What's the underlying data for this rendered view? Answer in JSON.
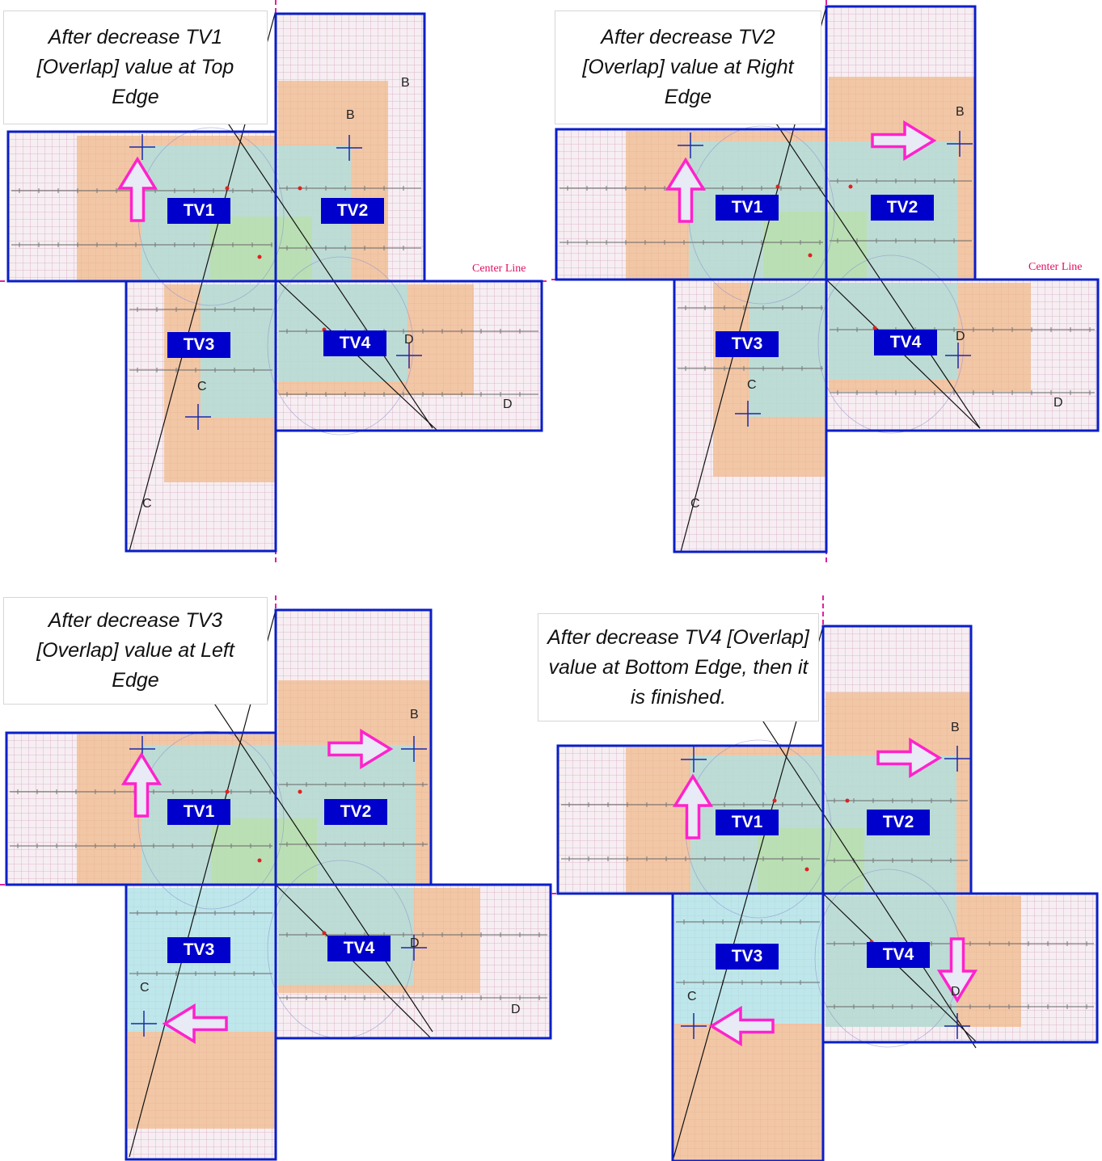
{
  "panels": [
    {
      "caption": "After decrease TV1 [Overlap] value at Top Edge",
      "tvs": [
        "TV1",
        "TV2",
        "TV3",
        "TV4"
      ],
      "letters": {
        "b": "B",
        "c": "C",
        "d": "D"
      },
      "center_line": "Center Line"
    },
    {
      "caption": "After decrease TV2 [Overlap] value at Right Edge",
      "tvs": [
        "TV1",
        "TV2",
        "TV3",
        "TV4"
      ],
      "letters": {
        "b": "B",
        "c": "C",
        "d": "D"
      },
      "center_line": "Center Line"
    },
    {
      "caption": "After decrease TV3 [Overlap] value at Left Edge",
      "tvs": [
        "TV1",
        "TV2",
        "TV3",
        "TV4"
      ],
      "letters": {
        "b": "B",
        "c": "C",
        "d": "D"
      },
      "center_line": ""
    },
    {
      "caption": "After decrease TV4 [Overlap] value at Bottom Edge, then it is finished.",
      "tvs": [
        "TV1",
        "TV2",
        "TV3",
        "TV4"
      ],
      "letters": {
        "b": "B",
        "c": "C",
        "d": "D"
      },
      "center_line": ""
    }
  ],
  "colors": {
    "frame": "#0a1ec8",
    "grid_line": "#d8a8c0",
    "grid_bg": "#f6eef2",
    "orange_zone": "#f0b888",
    "cyan_zone": "#a8e4e8",
    "green_zone": "#b8e0a8",
    "arrow_stroke": "#ff22cc",
    "arrow_fill": "#e8eaf6",
    "label_bg": "#0000cc",
    "center_line_text": "#e01060"
  },
  "icons": [
    "arrow-up-icon",
    "arrow-right-icon",
    "arrow-left-icon",
    "arrow-down-icon"
  ]
}
